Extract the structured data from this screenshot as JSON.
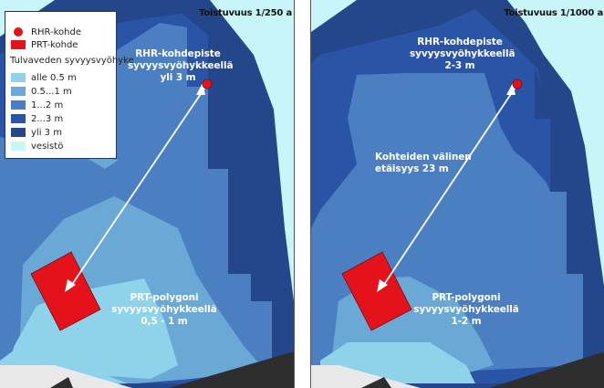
{
  "colors": {
    "alle_05": "#8fd3ea",
    "d05_1": "#6aa8d6",
    "d1_2": "#4b7fc1",
    "d2_3": "#2a54a6",
    "yli3": "#24468a",
    "vesisto": "#c8f6f8",
    "rhr": "#e3121b",
    "prt": "#e3121b",
    "land_light": "#e9e9e9",
    "land_dark": "#2e2e2e"
  },
  "legend": {
    "items": [
      {
        "label": "RHR-kohde",
        "symbol": "red-circle"
      },
      {
        "label": "PRT-kohde",
        "symbol": "red-rectangle"
      }
    ],
    "heading": "Tulvaveden syvyysvyöhyke",
    "depth_classes": [
      {
        "label": "alle 0.5 m",
        "color": "#8fd3ea"
      },
      {
        "label": "0.5...1 m",
        "color": "#6aa8d6"
      },
      {
        "label": "1...2 m",
        "color": "#4b7fc1"
      },
      {
        "label": "2...3 m",
        "color": "#2a54a6"
      },
      {
        "label": "yli 3 m",
        "color": "#24468a"
      },
      {
        "label": "vesistö",
        "color": "#c8f6f8"
      }
    ]
  },
  "panels": [
    {
      "title": "Toistuvuus 1/250 a",
      "rhr_label": [
        "RHR-kohdepiste",
        "syvyysvyöhykkeellä",
        "yli 3 m"
      ],
      "prt_label": [
        "PRT-polygoni",
        "syvyysvyöhykkeellä",
        "0,5 - 1 m"
      ]
    },
    {
      "title": "Toistuvuus 1/1000 a",
      "rhr_label": [
        "RHR-kohdepiste",
        "syvyysvyöhykkeellä",
        "2-3 m"
      ],
      "distance_label": [
        "Kohteiden välinen",
        "etäisyys 23 m"
      ],
      "prt_label": [
        "PRT-polygoni",
        "syvyysvyöhykkeellä",
        "1-2 m"
      ]
    }
  ]
}
